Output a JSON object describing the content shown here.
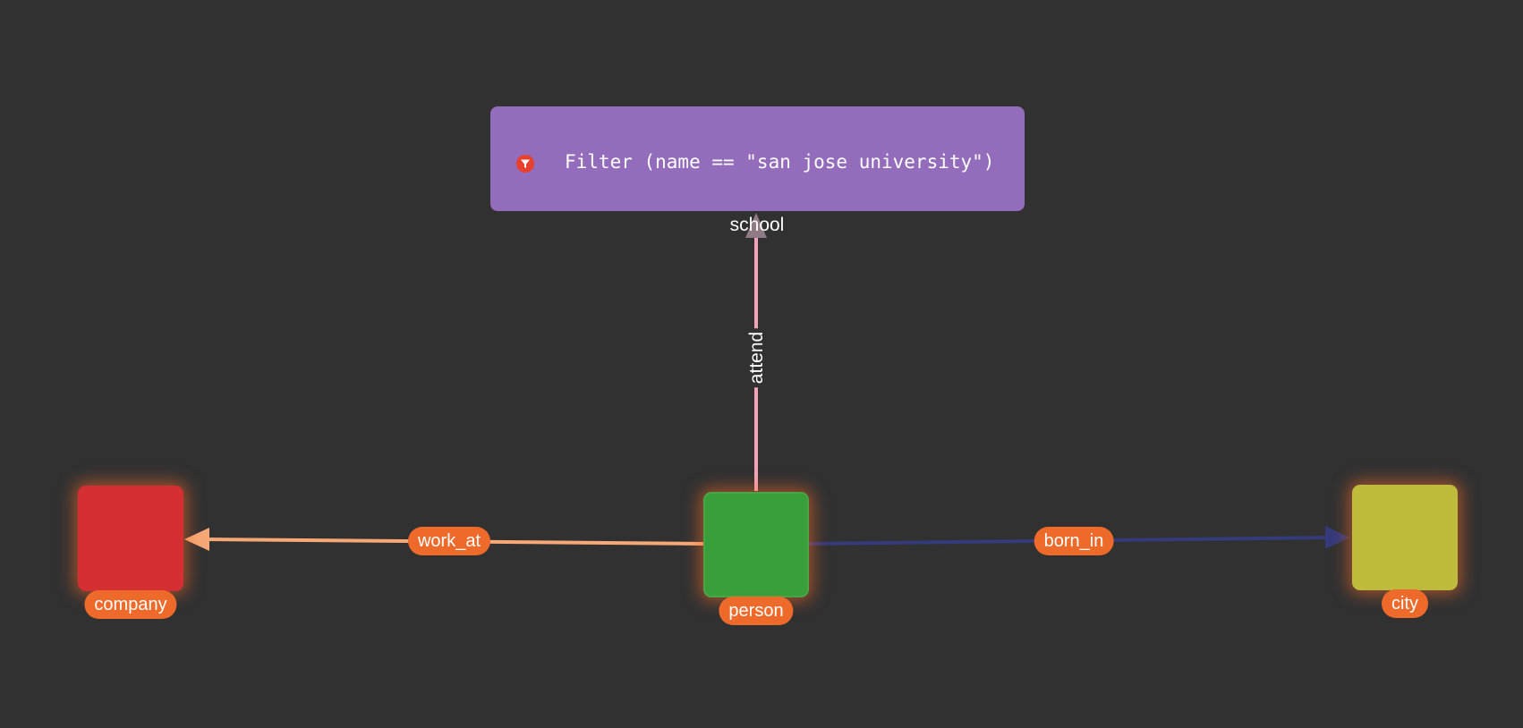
{
  "filter": {
    "icon": "filter-funnel-icon",
    "text": "Filter (name == \"san jose university\")",
    "color": "#936cbb"
  },
  "nodes": {
    "person": {
      "label": "person",
      "color": "#3a9e3a"
    },
    "company": {
      "label": "company",
      "color": "#d42f32"
    },
    "city": {
      "label": "city",
      "color": "#bfbb3c"
    },
    "school": {
      "label": "school"
    }
  },
  "edges": {
    "work_at": {
      "label": "work_at",
      "color": "#f7a877"
    },
    "born_in": {
      "label": "born_in",
      "color": "#343a7a"
    },
    "attend": {
      "label": "attend",
      "color": "#f2a3b8"
    }
  },
  "colors": {
    "background": "#313131",
    "label_pill": "#ee6a2a"
  }
}
